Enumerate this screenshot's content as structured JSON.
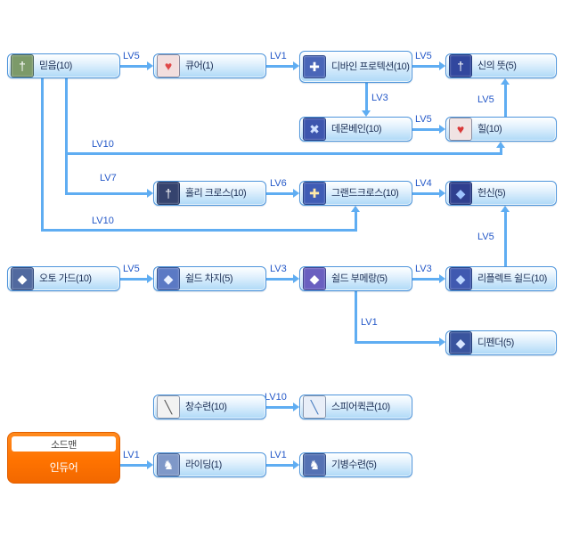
{
  "palette": {
    "background": "#ffffff",
    "box_border": "#4c94db",
    "box_fill_top": "#feffff",
    "box_fill_bottom": "#aed9f7",
    "connector_color": "#5fadf2",
    "level_label_color": "#2458c8",
    "skill_text_color": "#1c2f55",
    "base_class_orange": "#ff7300",
    "base_header_bg": "#ffffff"
  },
  "tree": {
    "skills": [
      {
        "name": "faith",
        "label": "믿음(10)",
        "icon_glyph": "†",
        "icon_bg": "#7c9a69",
        "icon_fg": "#ffffff"
      },
      {
        "name": "cure",
        "label": "큐어(1)",
        "icon_glyph": "♥",
        "icon_bg": "#f2dede",
        "icon_fg": "#e04848"
      },
      {
        "name": "divine-protection",
        "label": "디바인 프로텍션(10)",
        "icon_glyph": "✚",
        "icon_bg": "#4a66b8",
        "icon_fg": "#ffffff"
      },
      {
        "name": "providence",
        "label": "신의 뜻(5)",
        "icon_glyph": "†",
        "icon_bg": "#31479e",
        "icon_fg": "#ffffff"
      },
      {
        "name": "demon-bane",
        "label": "데몬베인(10)",
        "icon_glyph": "✖",
        "icon_bg": "#3d56ae",
        "icon_fg": "#cfe0ff"
      },
      {
        "name": "heal",
        "label": "힐(10)",
        "icon_glyph": "♥",
        "icon_bg": "#f0e3e3",
        "icon_fg": "#d93838"
      },
      {
        "name": "holy-cross",
        "label": "홀리 크로스(10)",
        "icon_glyph": "†",
        "icon_bg": "#35436e",
        "icon_fg": "#ffffff"
      },
      {
        "name": "grand-cross",
        "label": "그랜드크로스(10)",
        "icon_glyph": "✚",
        "icon_bg": "#3f5cb5",
        "icon_fg": "#ffe9a8"
      },
      {
        "name": "devotion",
        "label": "헌신(5)",
        "icon_glyph": "◆",
        "icon_bg": "#2f3f8f",
        "icon_fg": "#9fc4ff"
      },
      {
        "name": "auto-guard",
        "label": "오토 가드(10)",
        "icon_glyph": "◆",
        "icon_bg": "#51699f",
        "icon_fg": "#ffffff"
      },
      {
        "name": "shield-charge",
        "label": "쉴드 차지(5)",
        "icon_glyph": "◆",
        "icon_bg": "#5b79c4",
        "icon_fg": "#e8f0ff"
      },
      {
        "name": "shield-boomerang",
        "label": "쉴드 부메랑(5)",
        "icon_glyph": "◆",
        "icon_bg": "#6a5fc0",
        "icon_fg": "#ffffff"
      },
      {
        "name": "reflect-shield",
        "label": "리플렉트 쉴드(10)",
        "icon_glyph": "◆",
        "icon_bg": "#4059b0",
        "icon_fg": "#bcd6ff"
      },
      {
        "name": "defender",
        "label": "디펜더(5)",
        "icon_glyph": "◆",
        "icon_bg": "#39549e",
        "icon_fg": "#d8e6ff"
      },
      {
        "name": "spear-mastery",
        "label": "창수련(10)",
        "icon_glyph": "╲",
        "icon_bg": "#f2f2f2",
        "icon_fg": "#555555"
      },
      {
        "name": "spear-quicken",
        "label": "스피어퀵큰(10)",
        "icon_glyph": "╲",
        "icon_bg": "#e8eef8",
        "icon_fg": "#4a7ec0"
      },
      {
        "name": "riding",
        "label": "라이딩(1)",
        "icon_glyph": "♞",
        "icon_bg": "#7f98c8",
        "icon_fg": "#ffffff"
      },
      {
        "name": "cavalry-mastery",
        "label": "기병수련(5)",
        "icon_glyph": "♞",
        "icon_bg": "#5572b4",
        "icon_fg": "#ffffff"
      }
    ],
    "base_class": {
      "header": "소드맨",
      "skill": "인듀어"
    },
    "connections": [
      {
        "from": "믿음",
        "to": "큐어",
        "label": "LV5"
      },
      {
        "from": "큐어",
        "to": "디바인 프로텍션",
        "label": "LV1"
      },
      {
        "from": "디바인 프로텍션",
        "to": "신의 뜻",
        "label": "LV5"
      },
      {
        "from": "디바인 프로텍션",
        "to": "데몬베인",
        "label": "LV3"
      },
      {
        "from": "데몬베인",
        "to": "힐",
        "label": "LV5"
      },
      {
        "from": "힐",
        "to": "신의 뜻",
        "label": "LV5"
      },
      {
        "from": "믿음",
        "to": "힐",
        "label": "LV10"
      },
      {
        "from": "믿음",
        "to": "홀리 크로스",
        "label": "LV7"
      },
      {
        "from": "홀리 크로스",
        "to": "그랜드크로스",
        "label": "LV6"
      },
      {
        "from": "그랜드크로스",
        "to": "헌신",
        "label": "LV4"
      },
      {
        "from": "믿음",
        "to": "그랜드크로스",
        "label": "LV10"
      },
      {
        "from": "오토 가드",
        "to": "쉴드 차지",
        "label": "LV5"
      },
      {
        "from": "쉴드 차지",
        "to": "쉴드 부메랑",
        "label": "LV3"
      },
      {
        "from": "쉴드 부메랑",
        "to": "리플렉트 쉴드",
        "label": "LV3"
      },
      {
        "from": "리플렉트 쉴드",
        "to": "헌신",
        "label": "LV5"
      },
      {
        "from": "쉴드 부메랑",
        "to": "디펜더",
        "label": "LV1"
      },
      {
        "from": "창수련",
        "to": "스피어퀵큰",
        "label": "LV10"
      },
      {
        "from": "인듀어",
        "to": "라이딩",
        "label": "LV1"
      },
      {
        "from": "라이딩",
        "to": "기병수련",
        "label": "LV1"
      }
    ]
  }
}
